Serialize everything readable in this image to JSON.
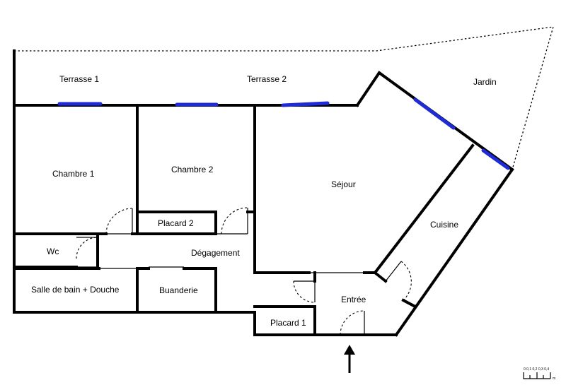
{
  "rooms": {
    "terrasse_1": "Terrasse 1",
    "terrasse_2": "Terrasse 2",
    "jardin": "Jardin",
    "chambre_1": "Chambre 1",
    "chambre_2": "Chambre 2",
    "sejour": "Séjour",
    "placard_2": "Placard 2",
    "cuisine": "Cuisine",
    "wc": "Wc",
    "degagement": "Dégagement",
    "salle_de_bain": "Salle de bain + Douche",
    "buanderie": "Buanderie",
    "entree": "Entrée",
    "placard_1": "Placard 1"
  },
  "scale": {
    "ticks": "0  0,1 0,2 0,3 0,4",
    "unit": "m"
  },
  "colors": {
    "walls": "#000000",
    "windows": "#1f2bd6",
    "background": "#ffffff"
  },
  "icons": {
    "entrance": "entrance-arrow-icon"
  }
}
